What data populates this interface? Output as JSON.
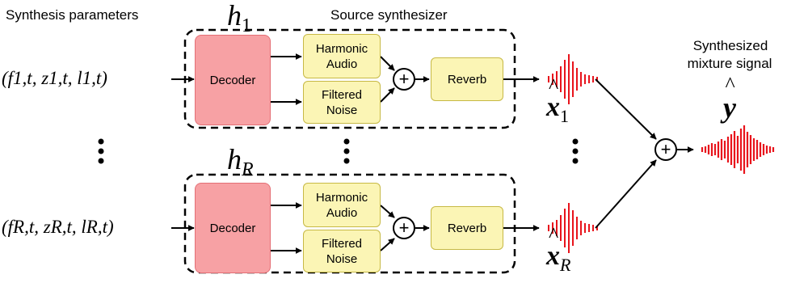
{
  "header": {
    "left_title": "Synthesis parameters",
    "center_title": "Source synthesizer",
    "right_title_line1": "Synthesized",
    "right_title_line2": "mixture signal"
  },
  "synthesizers": [
    {
      "label_base": "h",
      "label_sub": "1",
      "input_text": "(f1,t, z1,t, l1,t)",
      "decoder": "Decoder",
      "harmonic_line1": "Harmonic",
      "harmonic_line2": "Audio",
      "noise_line1": "Filtered",
      "noise_line2": "Noise",
      "reverb": "Reverb",
      "output_base": "x",
      "output_sub": "1"
    },
    {
      "label_base": "h",
      "label_sub": "R",
      "input_text": "(fR,t, zR,t, lR,t)",
      "decoder": "Decoder",
      "harmonic_line1": "Harmonic",
      "harmonic_line2": "Audio",
      "noise_line1": "Filtered",
      "noise_line2": "Noise",
      "reverb": "Reverb",
      "output_base": "x",
      "output_sub": "R"
    }
  ],
  "mixture_symbol": "y",
  "colors": {
    "decoder_fill": "#f7a1a4",
    "block_fill": "#fbf5b5",
    "waveform": "#e8141c"
  }
}
